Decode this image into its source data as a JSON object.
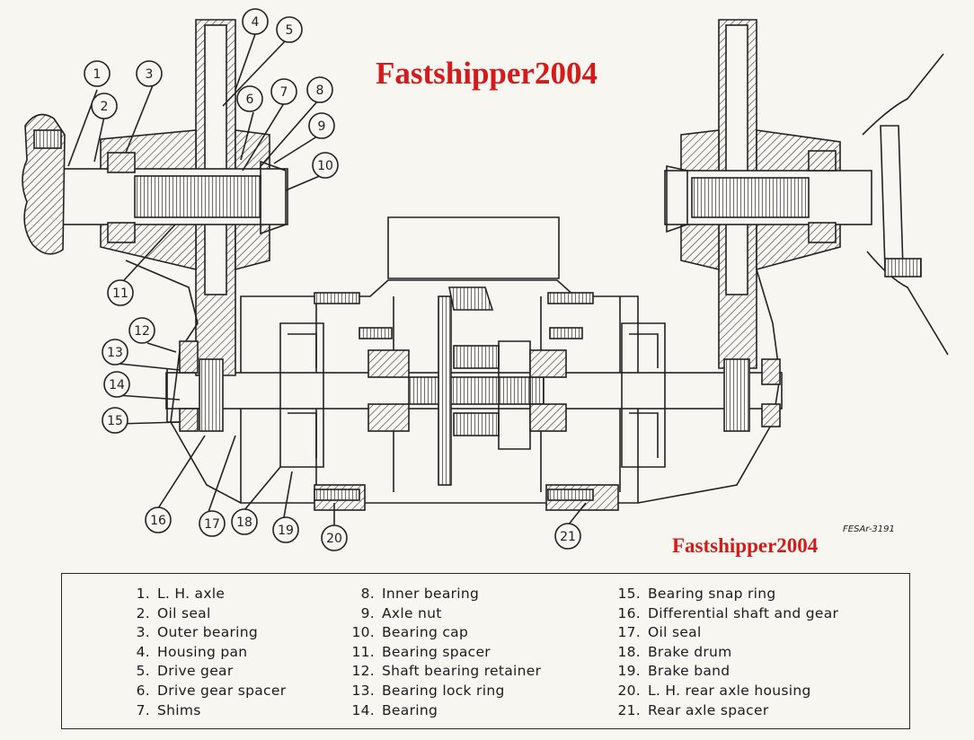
{
  "watermarks": [
    "Fastshipper2004",
    "Fastshipper2004"
  ],
  "figure_code": "FESAr-3191",
  "callouts": [
    "1",
    "2",
    "3",
    "4",
    "5",
    "6",
    "7",
    "8",
    "9",
    "10",
    "11",
    "12",
    "13",
    "14",
    "15",
    "16",
    "17",
    "18",
    "19",
    "20",
    "21"
  ],
  "legend": {
    "col1": [
      {
        "num": "1.",
        "label": "L. H. axle"
      },
      {
        "num": "2.",
        "label": "Oil seal"
      },
      {
        "num": "3.",
        "label": "Outer bearing"
      },
      {
        "num": "4.",
        "label": "Housing pan"
      },
      {
        "num": "5.",
        "label": "Drive gear"
      },
      {
        "num": "6.",
        "label": "Drive gear spacer"
      },
      {
        "num": "7.",
        "label": "Shims"
      }
    ],
    "col2": [
      {
        "num": "8.",
        "label": "Inner bearing"
      },
      {
        "num": "9.",
        "label": "Axle nut"
      },
      {
        "num": "10.",
        "label": "Bearing cap"
      },
      {
        "num": "11.",
        "label": "Bearing spacer"
      },
      {
        "num": "12.",
        "label": "Shaft bearing retainer"
      },
      {
        "num": "13.",
        "label": "Bearing lock ring"
      },
      {
        "num": "14.",
        "label": "Bearing"
      }
    ],
    "col3": [
      {
        "num": "15.",
        "label": "Bearing snap ring"
      },
      {
        "num": "16.",
        "label": "Differential shaft and gear"
      },
      {
        "num": "17.",
        "label": "Oil seal"
      },
      {
        "num": "18.",
        "label": "Brake drum"
      },
      {
        "num": "19.",
        "label": "Brake band"
      },
      {
        "num": "20.",
        "label": "L. H. rear axle housing"
      },
      {
        "num": "21.",
        "label": "Rear axle spacer"
      }
    ]
  }
}
